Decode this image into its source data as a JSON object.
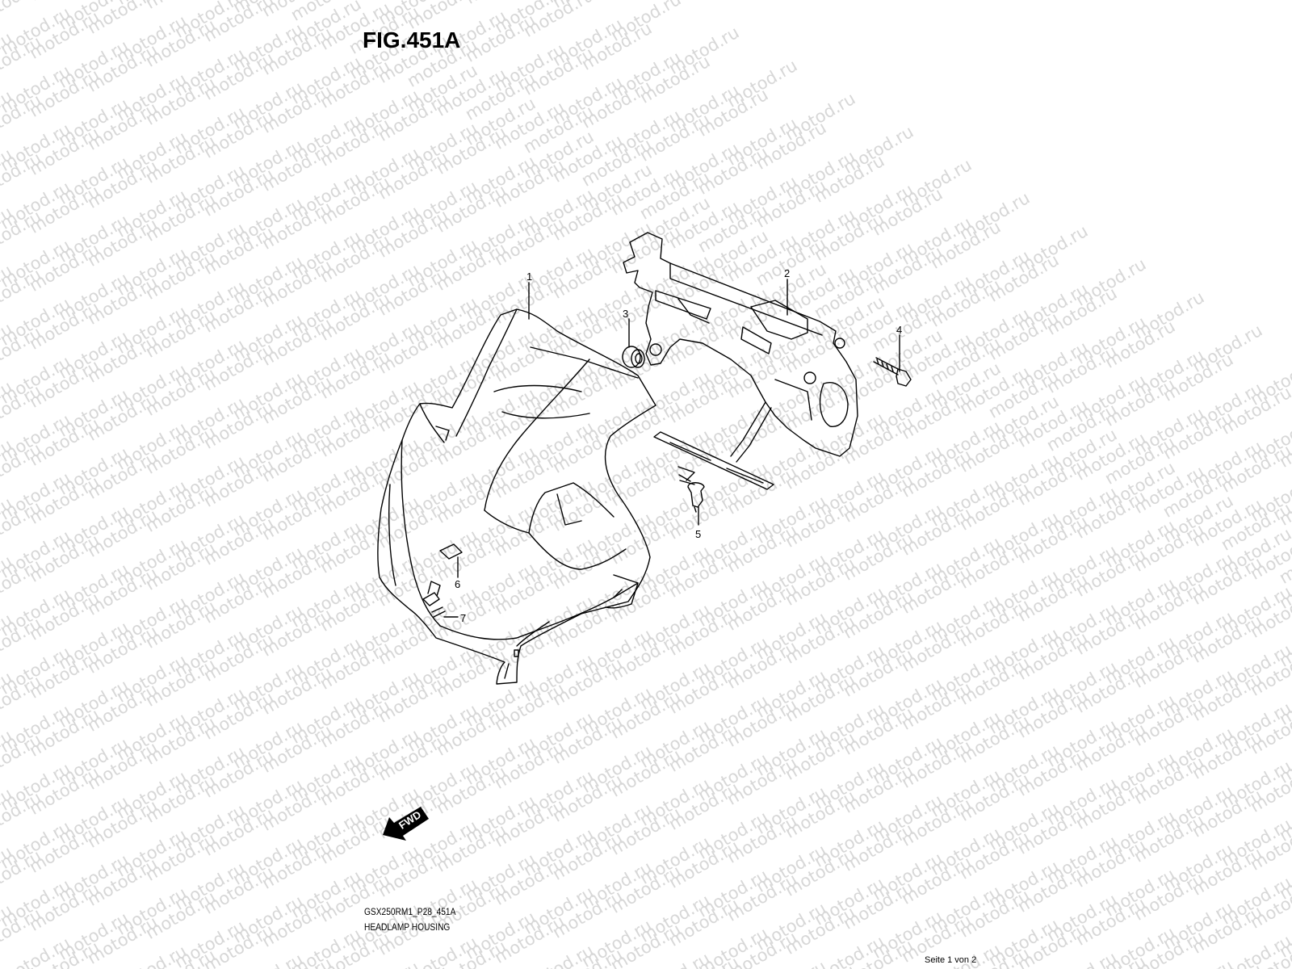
{
  "figure": {
    "title": "FIG.451A",
    "code": "GSX250RM1_P28_451A",
    "name": "HEADLAMP HOUSING"
  },
  "callouts": {
    "c1": "1",
    "c2": "2",
    "c3": "3",
    "c4": "4",
    "c5": "5",
    "c6": "6",
    "c7": "7"
  },
  "fwd_label": "FWD",
  "page_info": "Seite 1 von 2",
  "watermark": "motod.ru",
  "colors": {
    "line": "#000000",
    "watermark": "#d7d7d7",
    "background": "#ffffff"
  }
}
